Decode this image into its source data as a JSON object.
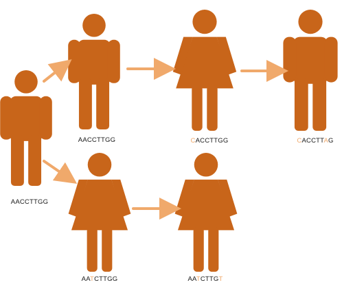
{
  "colors": {
    "person": "#c8651a",
    "arrow": "#f0a96b",
    "text": "#1a1a1a",
    "mutation": "#f0a96b"
  },
  "people": [
    {
      "id": "root",
      "type": "male"
    },
    {
      "id": "top-1",
      "type": "male"
    },
    {
      "id": "top-2",
      "type": "female"
    },
    {
      "id": "top-3",
      "type": "male"
    },
    {
      "id": "bottom-1",
      "type": "female"
    },
    {
      "id": "bottom-2",
      "type": "female"
    }
  ],
  "labels": {
    "root": [
      {
        "text": "AACCTTGG",
        "mut": false
      }
    ],
    "top_1": [
      {
        "text": "AACCTTGG",
        "mut": false
      }
    ],
    "top_2": [
      {
        "text": "C",
        "mut": true
      },
      {
        "text": "ACCTTGG",
        "mut": false
      }
    ],
    "top_3": [
      {
        "text": "C",
        "mut": true
      },
      {
        "text": "ACCTT",
        "mut": false
      },
      {
        "text": "A",
        "mut": true
      },
      {
        "text": "G",
        "mut": false
      }
    ],
    "bottom_1": [
      {
        "text": "AA",
        "mut": false
      },
      {
        "text": "T",
        "mut": true
      },
      {
        "text": "CTTGG",
        "mut": false
      }
    ],
    "bottom_2": [
      {
        "text": "AA",
        "mut": false
      },
      {
        "text": "T",
        "mut": true
      },
      {
        "text": "CTTG",
        "mut": false
      },
      {
        "text": "T",
        "mut": true
      }
    ]
  }
}
